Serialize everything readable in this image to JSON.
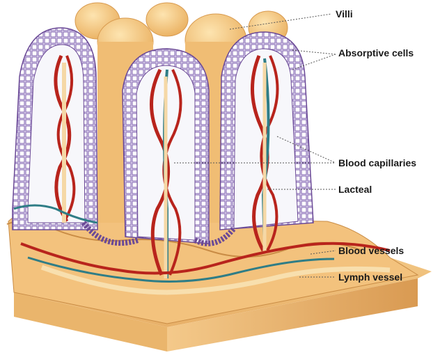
{
  "diagram": {
    "labels": {
      "villi": "Villi",
      "absorptive_cells": "Absorptive cells",
      "blood_capillaries": "Blood capillaries",
      "lacteal": "Lacteal",
      "blood_vessels": "Blood vessels",
      "lymph_vessel": "Lymph vessel"
    },
    "colors": {
      "tissue": "#f2c27a",
      "tissue_light": "#fbe2ad",
      "tissue_dark": "#d89a4e",
      "epithelium": "#a98ad0",
      "epithelium_border": "#6b4a96",
      "blood": "#b8241c",
      "lymph": "#2f7d86",
      "leader_line": "#555555"
    }
  }
}
